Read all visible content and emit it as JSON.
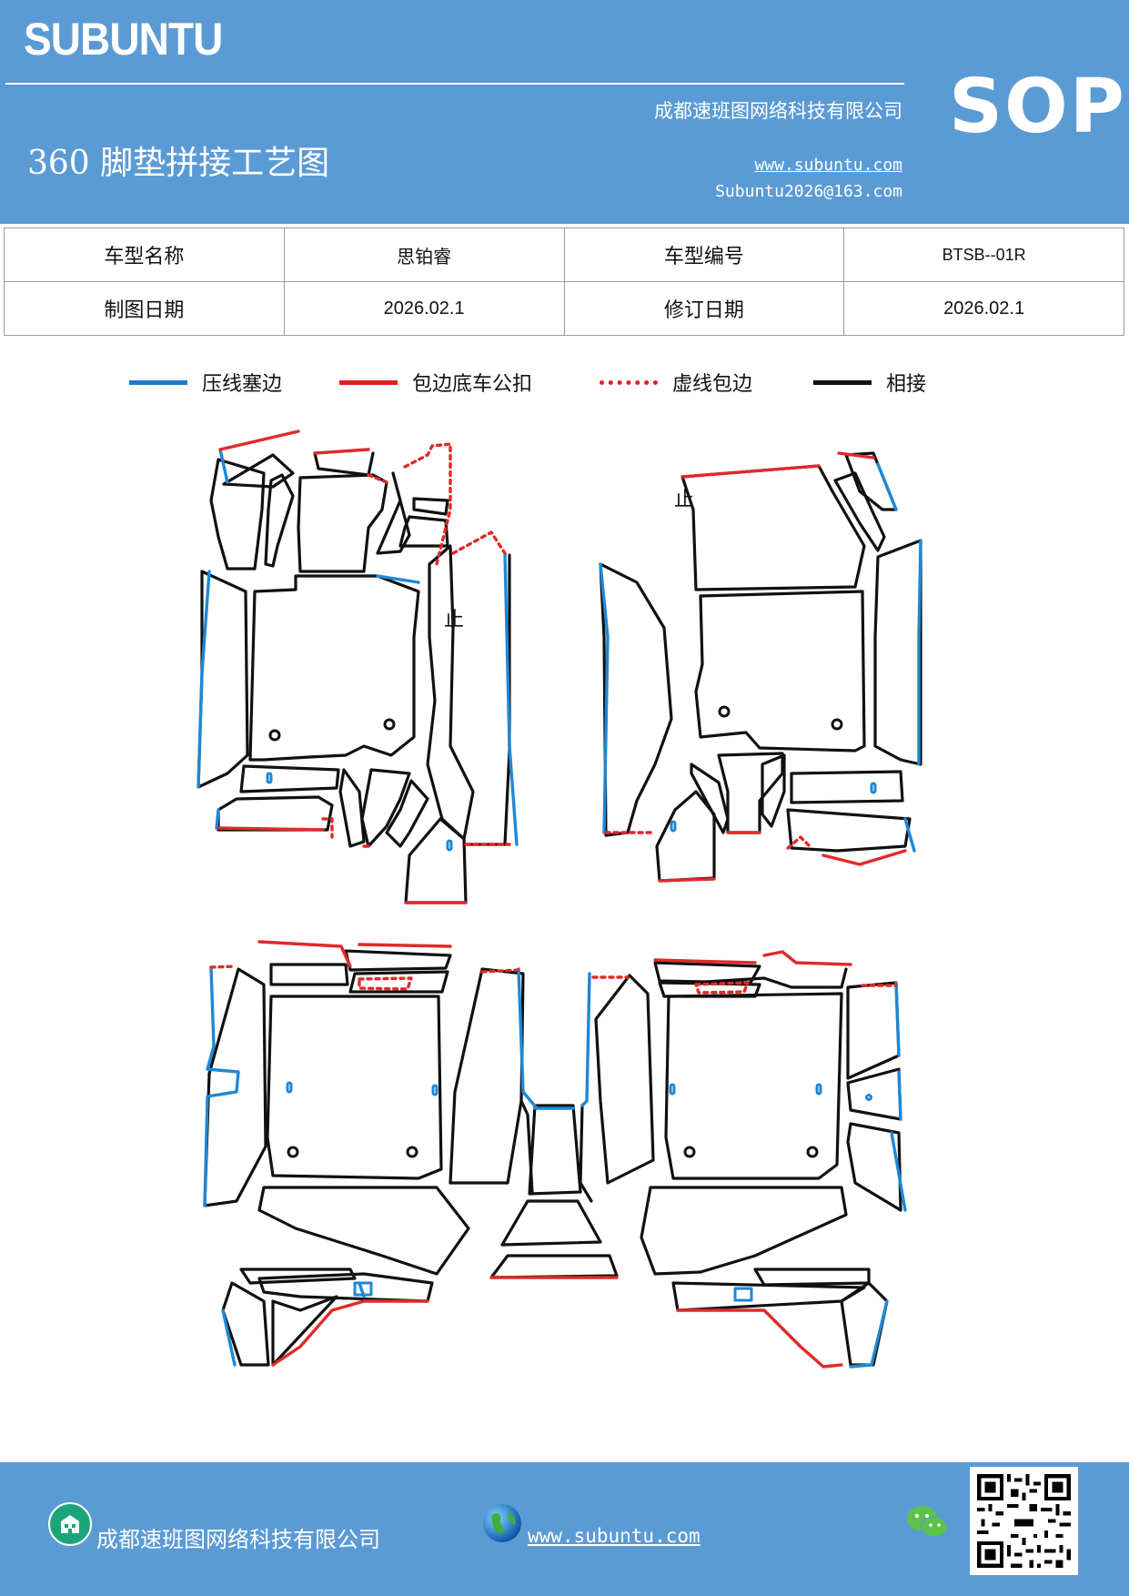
{
  "header": {
    "brand": "SUBUNTU",
    "sop": "SOP",
    "company": "成都速班图网络科技有限公司",
    "title": "360 脚垫拼接工艺图",
    "website": "www.subuntu.com",
    "email": "Subuntu2026@163.com"
  },
  "info_table": {
    "rows": [
      [
        "车型名称",
        "思铂睿",
        "车型编号",
        "BTSB--01R"
      ],
      [
        "制图日期",
        "2026.02.1",
        "修订日期",
        "2026.02.1"
      ]
    ]
  },
  "legend": [
    {
      "label": "压线塞边",
      "color": "#1f7ac8",
      "style": "solid"
    },
    {
      "label": "包边底车公扣",
      "color": "#e02020",
      "style": "solid"
    },
    {
      "label": "虚线包边",
      "color": "#e02020",
      "style": "dotted"
    },
    {
      "label": "相接",
      "color": "#111111",
      "style": "solid"
    }
  ],
  "diagram": {
    "stop_mark": "止",
    "colors": {
      "press": "#1e88d6",
      "wrap": "#e02a2a",
      "join": "#111111"
    }
  },
  "footer": {
    "company": "成都速班图网络科技有限公司",
    "website": "www.subuntu.com",
    "icons": [
      "building-icon",
      "globe-icon",
      "wechat-icon",
      "qr-code"
    ]
  }
}
